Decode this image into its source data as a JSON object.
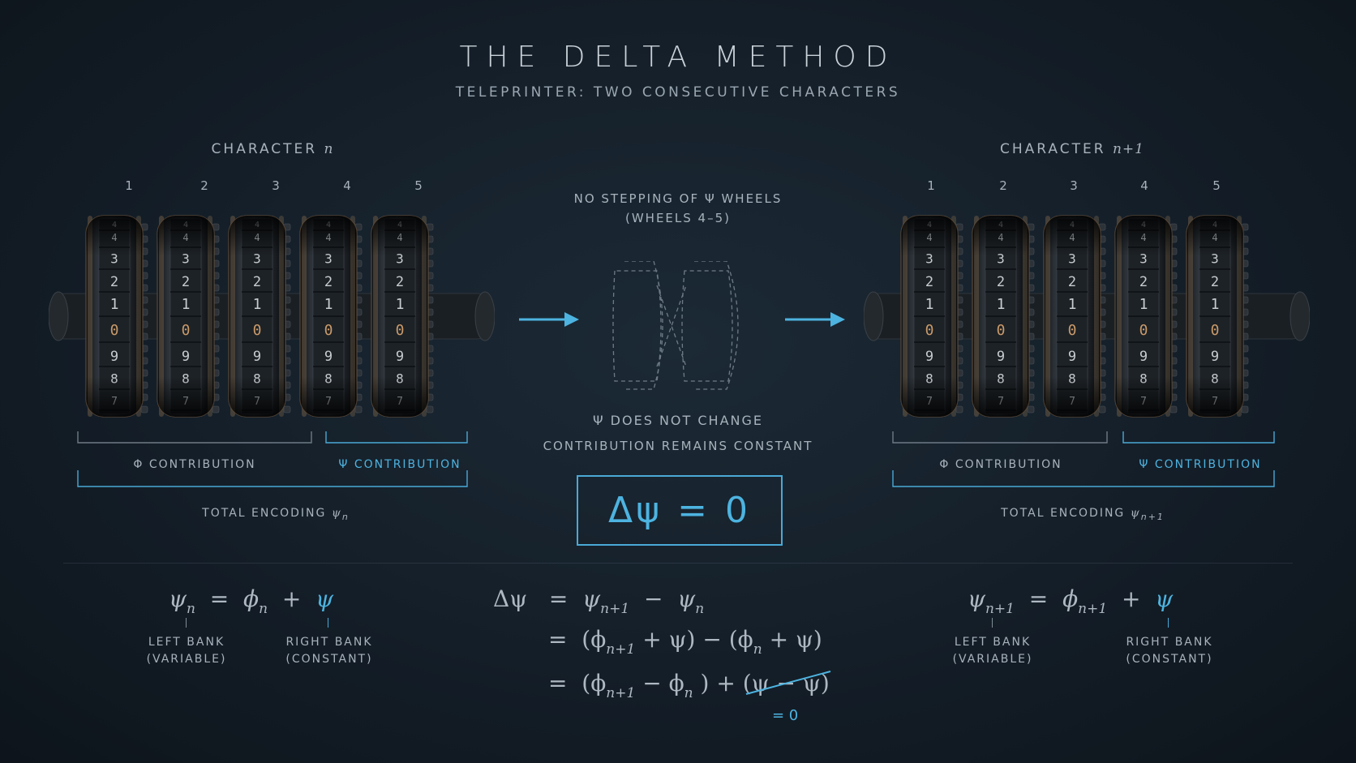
{
  "title": "THE DELTA METHOD",
  "subtitle": "TELEPRINTER: TWO CONSECUTIVE CHARACTERS",
  "wheel_digits": [
    "4",
    "4",
    "3",
    "2",
    "1",
    "0",
    "9",
    "8",
    "7"
  ],
  "wheel_numbers": [
    "1",
    "2",
    "3",
    "4",
    "5"
  ],
  "left": {
    "heading": "CHARACTER",
    "heading_var": "n",
    "phi_label": "Φ CONTRIBUTION",
    "psi_label": "Ψ CONTRIBUTION",
    "total_label": "TOTAL ENCODING",
    "total_sym": "ψ",
    "total_sub": "n"
  },
  "right": {
    "heading": "CHARACTER",
    "heading_var": "n+1",
    "phi_label": "Φ CONTRIBUTION",
    "psi_label": "Ψ CONTRIBUTION",
    "total_label": "TOTAL ENCODING",
    "total_sym": "ψ",
    "total_sub": "n+1"
  },
  "middle": {
    "note_line1": "NO STEPPING OF Ψ WHEELS",
    "note_line2": "(WHEELS 4–5)",
    "change_line1": "Ψ DOES NOT CHANGE",
    "change_line2": "CONTRIBUTION REMAINS CONSTANT",
    "delta": "Δψ = 0"
  },
  "equations": {
    "left_psi": "ψ",
    "left_sub": "n",
    "left_eq": "=",
    "left_phi": "ϕ",
    "left_phi_sub": "n",
    "left_plus": "+",
    "left_const": "ψ",
    "left_lbl1": "LEFT BANK",
    "left_lbl1b": "(VARIABLE)",
    "left_lbl2": "RIGHT BANK",
    "left_lbl2b": "(CONSTANT)",
    "center_l1_lhs": "Δψ",
    "center_l1_rhs_a": "ψ",
    "center_l1_sub_a": "n+1",
    "center_l1_minus": "−",
    "center_l1_rhs_b": "ψ",
    "center_l1_sub_b": "n",
    "center_eq": "=",
    "center_l2_open": "(ϕ",
    "center_l2_sub1": "n+1",
    "center_l2_mid": "+ ψ)  −  (ϕ",
    "center_l2_sub2": "n",
    "center_l2_end": "+ ψ)",
    "center_l3_open": "(ϕ",
    "center_l3_sub1": "n+1",
    "center_l3_mid": "− ϕ",
    "center_l3_sub2": "n",
    "center_l3_close": ")  +",
    "center_l3_cancel": "(ψ − ψ)",
    "center_zero": "= 0",
    "right_psi": "ψ",
    "right_sub": "n+1",
    "right_eq": "=",
    "right_phi": "ϕ",
    "right_phi_sub": "n+1",
    "right_plus": "+",
    "right_const": "ψ",
    "right_lbl1": "LEFT BANK",
    "right_lbl1b": "(VARIABLE)",
    "right_lbl2": "RIGHT BANK",
    "right_lbl2b": "(CONSTANT)"
  },
  "colors": {
    "accent": "#4db3e0",
    "text": "#aeb8c2",
    "background": "#141e28"
  }
}
